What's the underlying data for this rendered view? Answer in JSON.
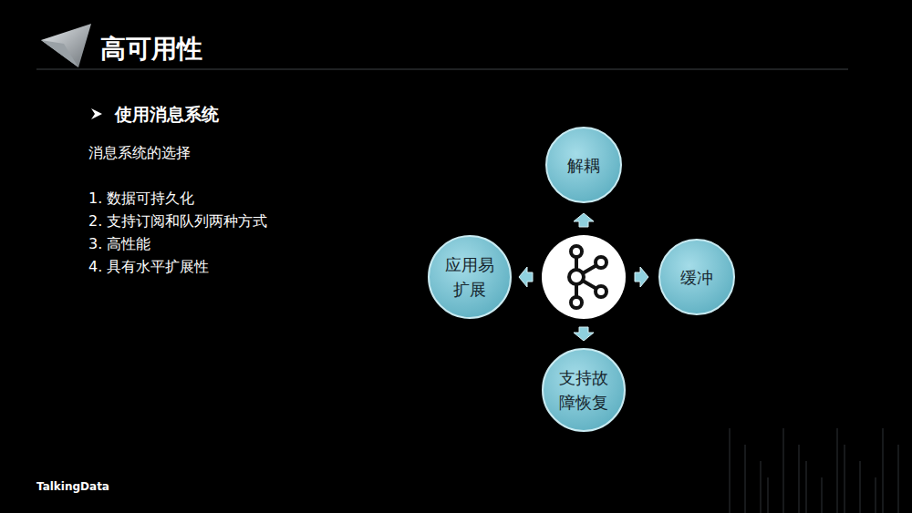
{
  "diagram": {
    "title": "高可用性",
    "nodes": [
      {
        "text": [
          "解耦"
        ]
      },
      {
        "text": [
          "缓冲"
        ]
      },
      {
        "text": [
          "支持故障恢复"
        ]
      },
      {
        "text": [
          "应用易扩展"
        ]
      }
    ],
    "labels": [
      "使用消息系统",
      "消息系统的选择",
      "1. 数据可持久化",
      "2. 支持订阅和队列两种方式",
      "3. 高性能",
      "4. 具有水平扩展性",
      "TalkingData"
    ]
  }
}
